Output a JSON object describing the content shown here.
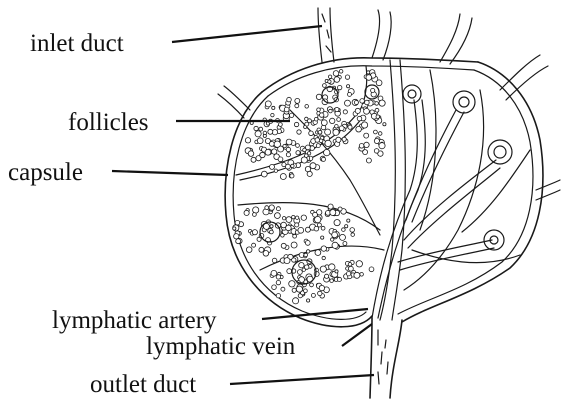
{
  "labels": {
    "inlet_duct": "inlet duct",
    "follicles": "follicles",
    "capsule": "capsule",
    "lymphatic_artery": "lymphatic artery",
    "lymphatic_vein": "lymphatic vein",
    "outlet_duct": "outlet duct"
  }
}
